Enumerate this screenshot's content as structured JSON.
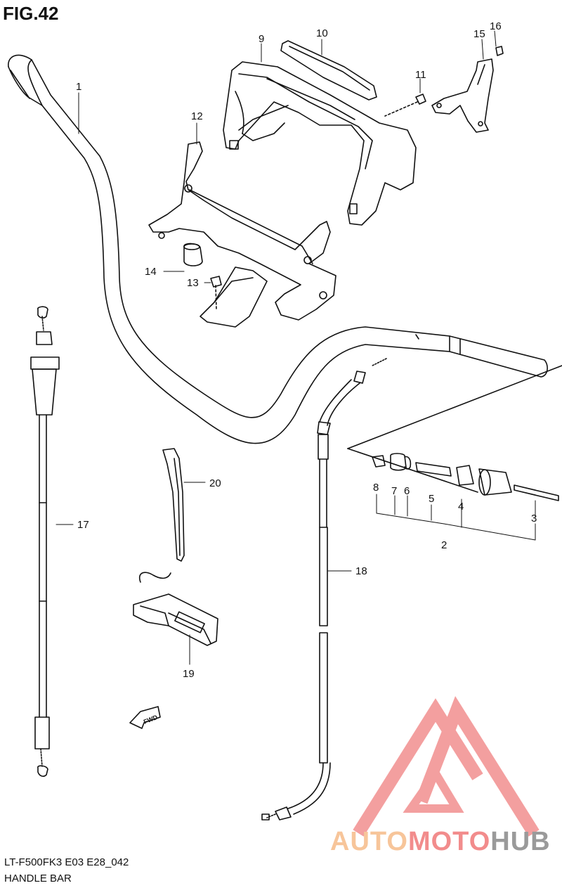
{
  "figure": {
    "title": "FIG.42",
    "model_code": "LT-F500FK3 E03 E28_042",
    "caption": "HANDLE BAR"
  },
  "callouts": [
    {
      "id": "c1",
      "label": "1"
    },
    {
      "id": "c2",
      "label": "2"
    },
    {
      "id": "c3",
      "label": "3"
    },
    {
      "id": "c4",
      "label": "4"
    },
    {
      "id": "c5",
      "label": "5"
    },
    {
      "id": "c6",
      "label": "6"
    },
    {
      "id": "c7",
      "label": "7"
    },
    {
      "id": "c8",
      "label": "8"
    },
    {
      "id": "c9",
      "label": "9"
    },
    {
      "id": "c10",
      "label": "10"
    },
    {
      "id": "c11",
      "label": "11"
    },
    {
      "id": "c12",
      "label": "12"
    },
    {
      "id": "c13",
      "label": "13"
    },
    {
      "id": "c14",
      "label": "14"
    },
    {
      "id": "c15",
      "label": "15"
    },
    {
      "id": "c16",
      "label": "16"
    },
    {
      "id": "c17",
      "label": "17"
    },
    {
      "id": "c18",
      "label": "18"
    },
    {
      "id": "c19",
      "label": "19"
    },
    {
      "id": "c20",
      "label": "20"
    }
  ],
  "fwd_marker": "FWD",
  "watermark": {
    "part1": "AUTO",
    "part2": "MOTO",
    "part3": "HUB",
    "colors": {
      "auto": "#f7c59a",
      "moto": "#f28c8c",
      "hub": "#9a9a9a",
      "logo": "#f08080"
    }
  },
  "line_color": "#111111"
}
